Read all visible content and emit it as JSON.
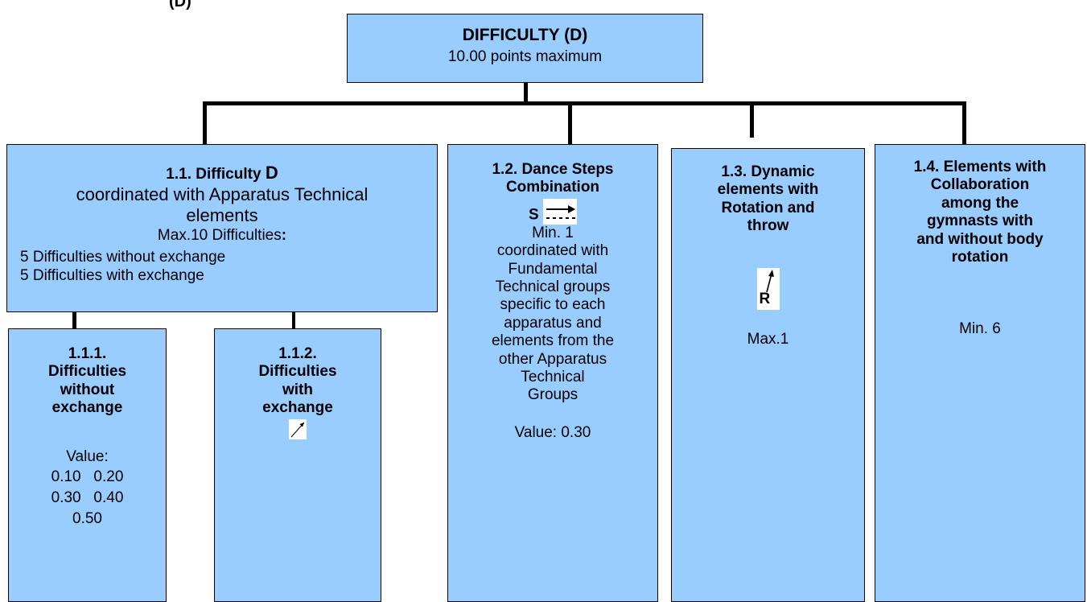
{
  "top_partial": "(D)",
  "root": {
    "title": "DIFFICULTY (D)",
    "subtitle": "10.00 points maximum"
  },
  "box_1_1": {
    "heading_prefix": "1.1. Difficulty ",
    "heading_letter": "D",
    "line1": "coordinated with Apparatus Technical",
    "line2": "elements",
    "max_label": "Max.10 Difficulties",
    "max_colon": ":",
    "item1": "5 Difficulties without exchange",
    "item2": "5 Difficulties with exchange"
  },
  "box_1_1_1": {
    "heading": [
      "1.1.1.",
      "Difficulties",
      "without",
      "exchange"
    ],
    "value_label": "Value:",
    "values_row1": "0.10   0.20",
    "values_row2": "0.30   0.40",
    "values_row3": "0.50"
  },
  "box_1_1_2": {
    "heading": [
      "1.1.2.",
      "Difficulties",
      "with",
      "exchange"
    ],
    "icon": "diagonal-arrow-icon"
  },
  "box_1_2": {
    "heading": [
      "1.2. Dance Steps",
      "Combination"
    ],
    "symbol_letter": "S",
    "icon": "dance-steps-arrow-icon",
    "body": [
      "Min. 1",
      "coordinated with",
      "Fundamental",
      "Technical groups",
      "specific to each",
      "apparatus and",
      "elements from the",
      "other Apparatus",
      "Technical",
      "Groups"
    ],
    "value": "Value: 0.30"
  },
  "box_1_3": {
    "heading": [
      "1.3. Dynamic",
      "elements with",
      "Rotation and",
      "throw"
    ],
    "icon": "rotation-throw-icon",
    "icon_letter": "R",
    "body": "Max.1"
  },
  "box_1_4": {
    "heading": [
      "1.4. Elements with",
      "Collaboration",
      "among the",
      "gymnasts with",
      "and without body",
      "rotation"
    ],
    "body": "Min. 6"
  }
}
